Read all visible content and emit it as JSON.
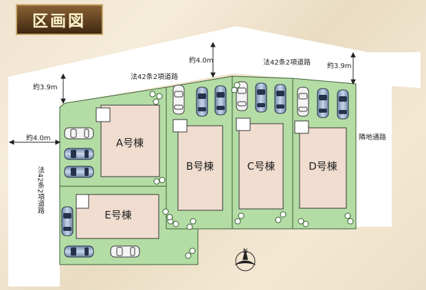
{
  "title": "区画図",
  "roads": {
    "north_main": "法42条2項道路",
    "north_right": "法42条2項道路",
    "west": "法42条2項道路",
    "east": "隣地通路"
  },
  "widths": {
    "north_left": "約3.9m",
    "north_mid": "約4.0m",
    "north_right": "約3.9m",
    "west": "約4.0m"
  },
  "lots": {
    "a": "A号棟",
    "b": "B号棟",
    "c": "C号棟",
    "d": "D号棟",
    "e": "E号棟"
  },
  "compass": "N",
  "colors": {
    "lot_green": "#b4dca5",
    "house": "#f0ddd0",
    "road": "#ffffff",
    "title_bg": "#5a3a1e",
    "title_text": "#fff4c8"
  }
}
